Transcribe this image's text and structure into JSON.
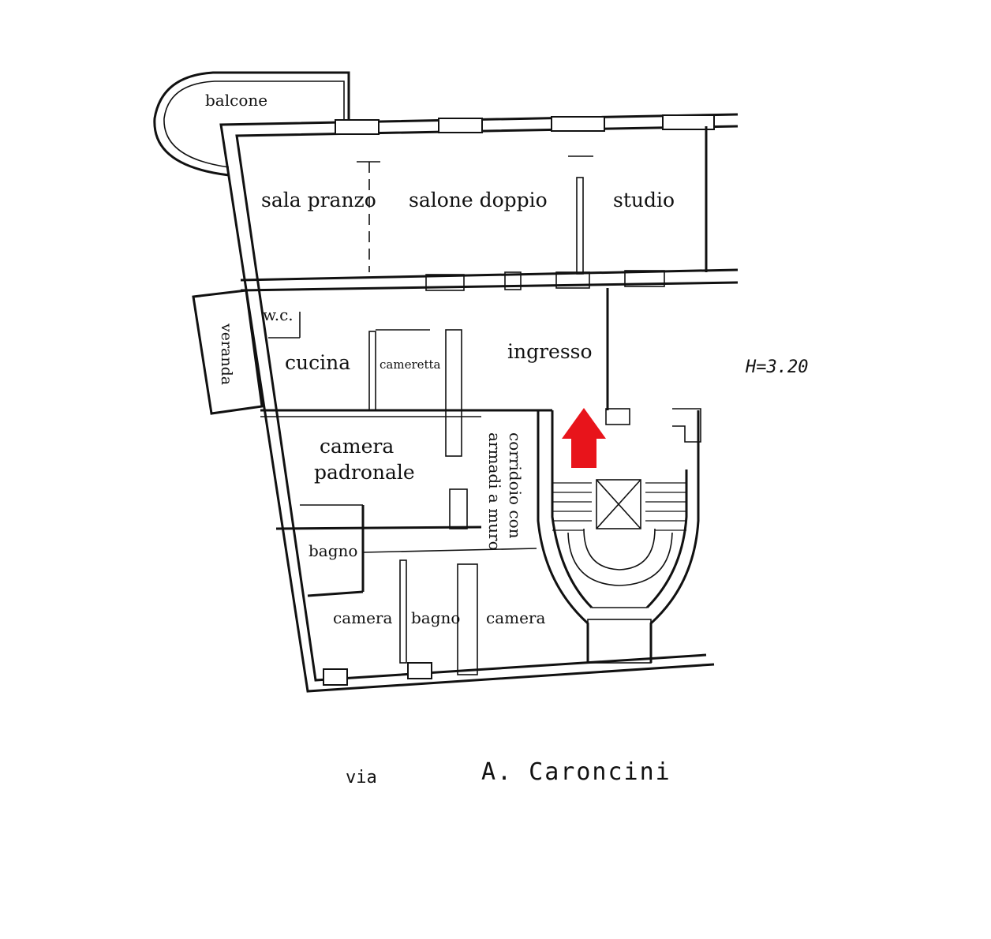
{
  "rooms": {
    "balcone": "balcone",
    "sala_pranzo": "sala pranzo",
    "salone_doppio": "salone doppio",
    "studio": "studio",
    "wc": "w.c.",
    "veranda": "veranda",
    "cucina": "cucina",
    "cameretta": "cameretta",
    "ingresso": "ingresso",
    "camera_padronale_1": "camera",
    "camera_padronale_2": "padronale",
    "corridoio_1": "corridoio con",
    "corridoio_2": "armadi a muro",
    "bagno_1": "bagno",
    "camera_1": "camera",
    "bagno_2": "bagno",
    "camera_2": "camera"
  },
  "annotations": {
    "height": "H=3.20",
    "street_prefix": "via",
    "street_name": "A. Caroncini"
  },
  "colors": {
    "entrance_arrow": "#e8141b",
    "walls": "#111111"
  }
}
